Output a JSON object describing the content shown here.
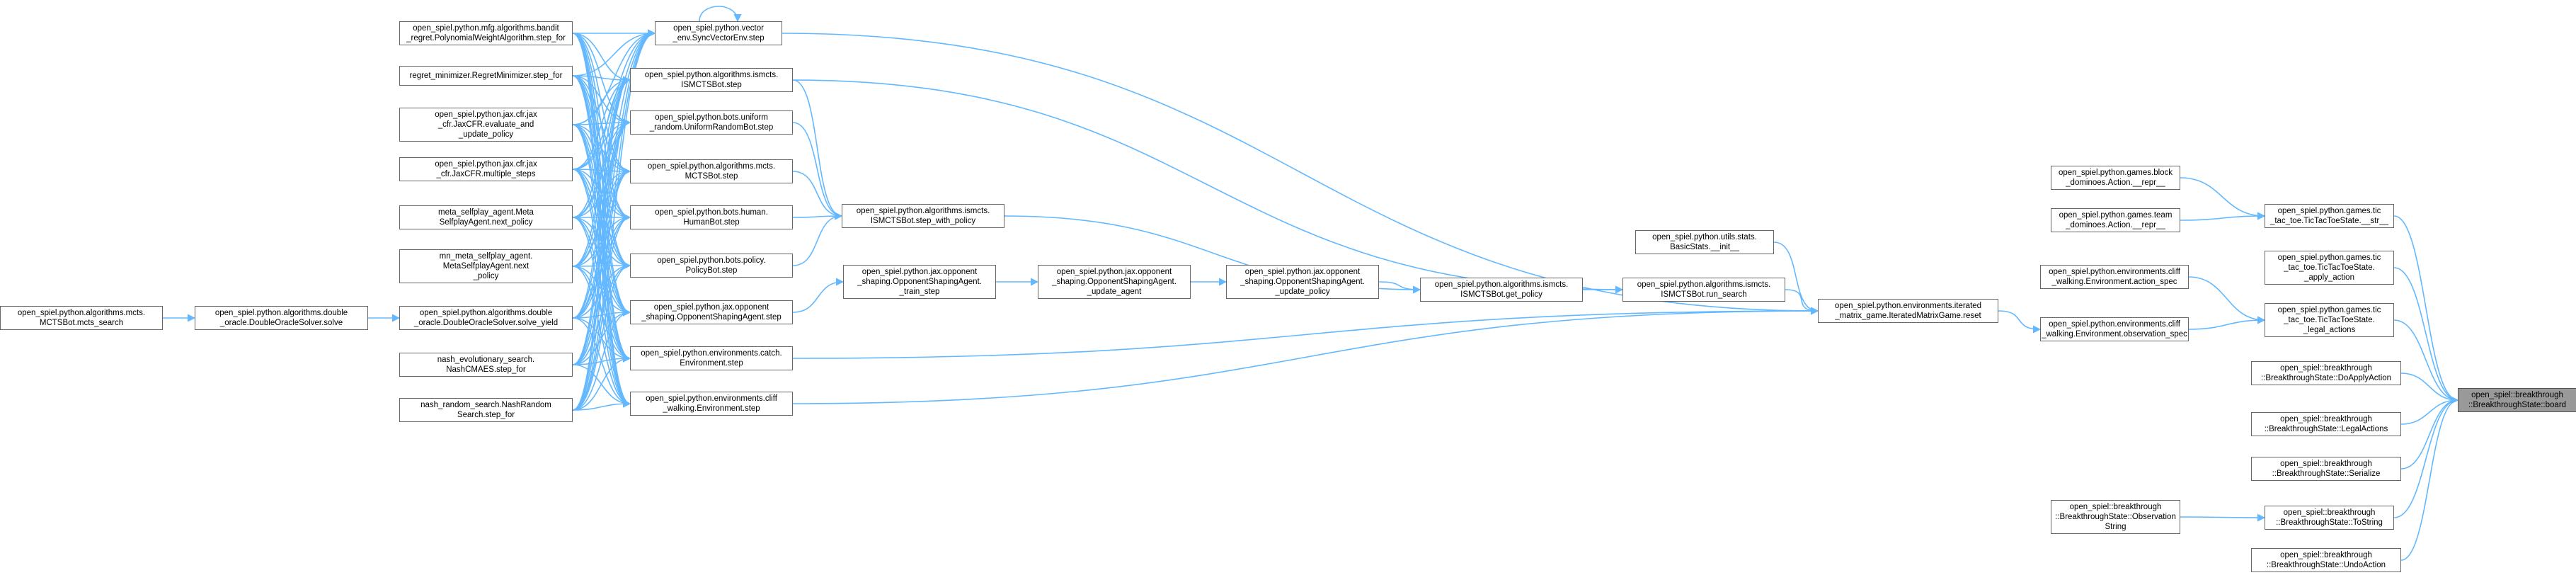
{
  "graph": {
    "root": "r",
    "colors": {
      "edge": "#63b8ff",
      "node_border": "#666666",
      "root_fill": "#999999"
    },
    "nodes": [
      {
        "id": "r",
        "label": "open_spiel::breakthrough\n::BreakthroughState::board"
      },
      {
        "id": "n_str",
        "label": "open_spiel.python.games.tic\n_tac_toe.TicTacToeState.__str__"
      },
      {
        "id": "n_apply",
        "label": "open_spiel.python.games.tic\n_tac_toe.TicTacToeState.\n_apply_action"
      },
      {
        "id": "n_legal",
        "label": "open_spiel.python.games.tic\n_tac_toe.TicTacToeState.\n_legal_actions"
      },
      {
        "id": "n_doapply",
        "label": "open_spiel::breakthrough\n::BreakthroughState::DoApplyAction"
      },
      {
        "id": "n_legalacts",
        "label": "open_spiel::breakthrough\n::BreakthroughState::LegalActions"
      },
      {
        "id": "n_serialize",
        "label": "open_spiel::breakthrough\n::BreakthroughState::Serialize"
      },
      {
        "id": "n_tostring",
        "label": "open_spiel::breakthrough\n::BreakthroughState::ToString"
      },
      {
        "id": "n_undo",
        "label": "open_spiel::breakthrough\n::BreakthroughState::UndoAction"
      },
      {
        "id": "n_block",
        "label": "open_spiel.python.games.block\n_dominoes.Action.__repr__"
      },
      {
        "id": "n_team",
        "label": "open_spiel.python.games.team\n_dominoes.Action.__repr__"
      },
      {
        "id": "n_cliff_as",
        "label": "open_spiel.python.environments.cliff\n_walking.Environment.action_spec"
      },
      {
        "id": "n_cliff_os",
        "label": "open_spiel.python.environments.cliff\n_walking.Environment.observation_spec"
      },
      {
        "id": "n_obsstr",
        "label": "open_spiel::breakthrough\n::BreakthroughState::Observation\nString"
      },
      {
        "id": "n_reset",
        "label": "open_spiel.python.environments.iterated\n_matrix_game.IteratedMatrixGame.reset"
      },
      {
        "id": "n_stats",
        "label": "open_spiel.python.utils.stats.\nBasicStats.__init__"
      },
      {
        "id": "n_runsearch",
        "label": "open_spiel.python.algorithms.ismcts.\nISMCTSBot.run_search"
      },
      {
        "id": "n_getpolicy",
        "label": "open_spiel.python.algorithms.ismcts.\nISMCTSBot.get_policy"
      },
      {
        "id": "n_upd_pol",
        "label": "open_spiel.python.jax.opponent\n_shaping.OpponentShapingAgent.\n_update_policy"
      },
      {
        "id": "n_upd_agent",
        "label": "open_spiel.python.jax.opponent\n_shaping.OpponentShapingAgent.\n_update_agent"
      },
      {
        "id": "n_train_step",
        "label": "open_spiel.python.jax.opponent\n_shaping.OpponentShapingAgent.\n_train_step"
      },
      {
        "id": "n_stepwp",
        "label": "open_spiel.python.algorithms.ismcts.\nISMCTSBot.step_with_policy"
      },
      {
        "id": "n_vec",
        "label": "open_spiel.python.vector\n_env.SyncVectorEnv.step"
      },
      {
        "id": "n_ismcts_step",
        "label": "open_spiel.python.algorithms.ismcts.\nISMCTSBot.step"
      },
      {
        "id": "n_uniform",
        "label": "open_spiel.python.bots.uniform\n_random.UniformRandomBot.step"
      },
      {
        "id": "n_mcts_step",
        "label": "open_spiel.python.algorithms.mcts.\nMCTSBot.step"
      },
      {
        "id": "n_human",
        "label": "open_spiel.python.bots.human.\nHumanBot.step"
      },
      {
        "id": "n_policybot",
        "label": "open_spiel.python.bots.policy.\nPolicyBot.step"
      },
      {
        "id": "n_os_step",
        "label": "open_spiel.python.jax.opponent\n_shaping.OpponentShapingAgent.step"
      },
      {
        "id": "n_catch",
        "label": "open_spiel.python.environments.catch.\nEnvironment.step"
      },
      {
        "id": "n_cliff_step",
        "label": "open_spiel.python.environments.cliff\n_walking.Environment.step"
      },
      {
        "id": "n_bandit",
        "label": "open_spiel.python.mfg.algorithms.bandit\n_regret.PolynomialWeightAlgorithm.step_for"
      },
      {
        "id": "n_regret",
        "label": "regret_minimizer.RegretMinimizer.step_for"
      },
      {
        "id": "n_cfr_eval",
        "label": "open_spiel.python.jax.cfr.jax\n_cfr.JaxCFR.evaluate_and\n_update_policy"
      },
      {
        "id": "n_cfr_multi",
        "label": "open_spiel.python.jax.cfr.jax\n_cfr.JaxCFR.multiple_steps"
      },
      {
        "id": "n_meta",
        "label": "meta_selfplay_agent.Meta\nSelfplayAgent.next_policy"
      },
      {
        "id": "n_mnmeta",
        "label": "mn_meta_selfplay_agent.\nMetaSelfplayAgent.next\n_policy"
      },
      {
        "id": "n_dosolve_yield",
        "label": "open_spiel.python.algorithms.double\n_oracle.DoubleOracleSolver.solve_yield"
      },
      {
        "id": "n_nes",
        "label": "nash_evolutionary_search.\nNashCMAES.step_for"
      },
      {
        "id": "n_nrs",
        "label": "nash_random_search.NashRandom\nSearch.step_for"
      },
      {
        "id": "n_dosolve",
        "label": "open_spiel.python.algorithms.double\n_oracle.DoubleOracleSolver.solve"
      },
      {
        "id": "n_mcts_search",
        "label": "open_spiel.python.algorithms.mcts.\nMCTSBot.mcts_search"
      }
    ]
  }
}
